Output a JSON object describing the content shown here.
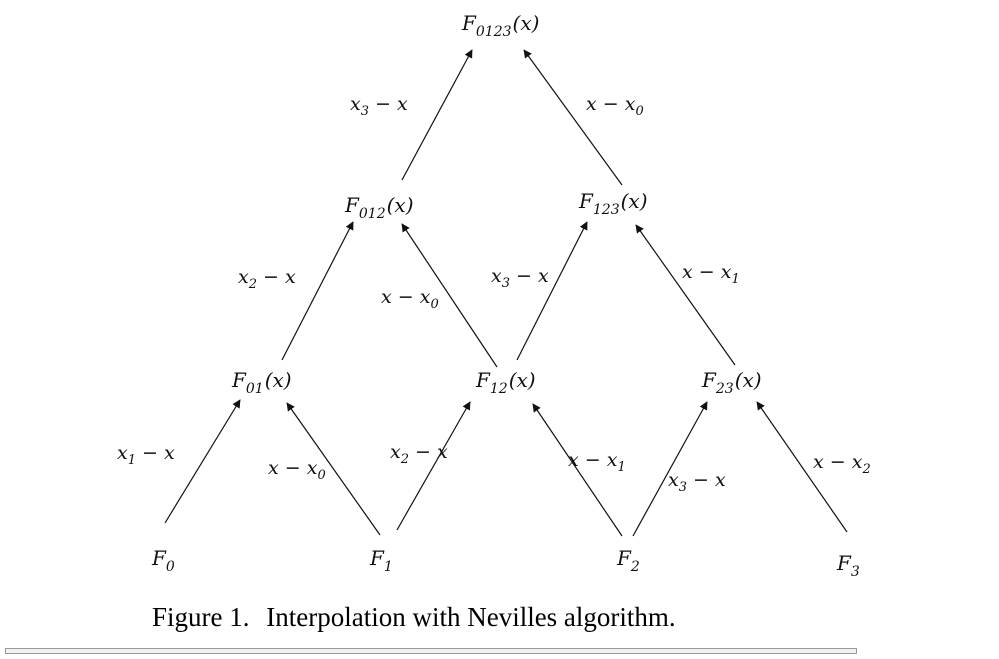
{
  "nodes": {
    "F0": {
      "base": "F",
      "sub": "0",
      "arg": ""
    },
    "F1": {
      "base": "F",
      "sub": "1",
      "arg": ""
    },
    "F2": {
      "base": "F",
      "sub": "2",
      "arg": ""
    },
    "F3": {
      "base": "F",
      "sub": "3",
      "arg": ""
    },
    "F01": {
      "base": "F",
      "sub": "01",
      "arg": "(x)"
    },
    "F12": {
      "base": "F",
      "sub": "12",
      "arg": "(x)"
    },
    "F23": {
      "base": "F",
      "sub": "23",
      "arg": "(x)"
    },
    "F012": {
      "base": "F",
      "sub": "012",
      "arg": "(x)"
    },
    "F123": {
      "base": "F",
      "sub": "123",
      "arg": "(x)"
    },
    "F0123": {
      "base": "F",
      "sub": "0123",
      "arg": "(x)"
    }
  },
  "edges": [
    {
      "from": "F0",
      "to": "F01",
      "weight": {
        "pre": "x",
        "sub": "1",
        "post": " − x"
      }
    },
    {
      "from": "F1",
      "to": "F01",
      "weight": {
        "pre": "x − x",
        "sub": "0",
        "post": ""
      }
    },
    {
      "from": "F1",
      "to": "F12",
      "weight": {
        "pre": "x",
        "sub": "2",
        "post": " − x"
      }
    },
    {
      "from": "F2",
      "to": "F12",
      "weight": {
        "pre": "x − x",
        "sub": "1",
        "post": ""
      }
    },
    {
      "from": "F2",
      "to": "F23",
      "weight": {
        "pre": "x",
        "sub": "3",
        "post": " − x"
      }
    },
    {
      "from": "F3",
      "to": "F23",
      "weight": {
        "pre": "x − x",
        "sub": "2",
        "post": ""
      }
    },
    {
      "from": "F01",
      "to": "F012",
      "weight": {
        "pre": "x",
        "sub": "2",
        "post": " − x"
      }
    },
    {
      "from": "F12",
      "to": "F012",
      "weight": {
        "pre": "x − x",
        "sub": "0",
        "post": ""
      }
    },
    {
      "from": "F12",
      "to": "F123",
      "weight": {
        "pre": "x",
        "sub": "3",
        "post": " − x"
      }
    },
    {
      "from": "F23",
      "to": "F123",
      "weight": {
        "pre": "x − x",
        "sub": "1",
        "post": ""
      }
    },
    {
      "from": "F012",
      "to": "F0123",
      "weight": {
        "pre": "x",
        "sub": "3",
        "post": " − x"
      }
    },
    {
      "from": "F123",
      "to": "F0123",
      "weight": {
        "pre": "x − x",
        "sub": "0",
        "post": ""
      }
    }
  ],
  "caption": {
    "label": "Figure 1.",
    "text": "Interpolation with Nevilles algorithm."
  }
}
